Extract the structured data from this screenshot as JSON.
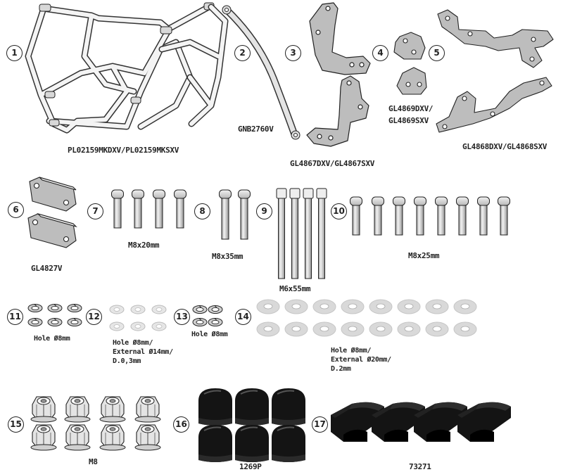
{
  "parts": [
    {
      "number": "1",
      "code": "PL02159MKDXV/PL02159MKSXV"
    },
    {
      "number": "2",
      "code": "GNB2760V"
    },
    {
      "number": "3",
      "code": "GL4867DXV/GL4867SXV"
    },
    {
      "number": "4",
      "code": "GL4869DXV/"
    },
    {
      "number": "5",
      "code": "GL4869SXV"
    },
    {
      "number": "",
      "code": "GL4868DXV/GL4868SXV"
    },
    {
      "number": "6",
      "code": "GL4827V"
    },
    {
      "number": "7",
      "code": "M8x20mm"
    },
    {
      "number": "8",
      "code": "M8x35mm"
    },
    {
      "number": "9",
      "code": "M6x55mm"
    },
    {
      "number": "10",
      "code": "M8x25mm"
    },
    {
      "number": "11",
      "code": "Hole Ø8mm"
    },
    {
      "number": "12",
      "code": "Hole Ø8mm/",
      "line2": "External Ø14mm/",
      "line3": "D.0,3mm"
    },
    {
      "number": "13",
      "code": "Hole Ø8mm"
    },
    {
      "number": "14",
      "code": "Hole Ø8mm/",
      "line2": "External Ø20mm/",
      "line3": "D.2mm"
    },
    {
      "number": "15",
      "code": "M8"
    },
    {
      "number": "16",
      "code": "1269P"
    },
    {
      "number": "17",
      "code": "73271"
    }
  ],
  "colors": {
    "outline": "#222222",
    "metal": "#c9c9c9",
    "bracket": "#bdbdbd",
    "rubber": "#141414",
    "washer": "#dedede"
  }
}
